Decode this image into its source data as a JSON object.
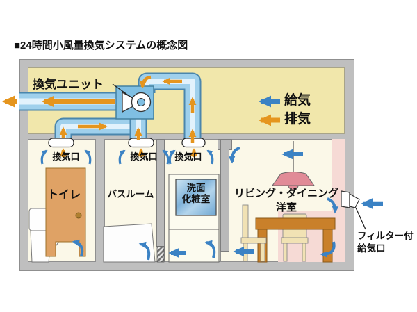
{
  "title": "■24時間小風量換気システムの概念図",
  "diagram": {
    "unit_label": "換気ユニット",
    "legend": {
      "supply": "給気",
      "exhaust": "排気"
    },
    "vent_label": "換気口",
    "rooms": {
      "toilet": "トイレ",
      "bathroom": "バスルーム",
      "washroom": [
        "洗面",
        "化粧室"
      ],
      "living": [
        "リビング・ダイニング",
        "洋室"
      ]
    },
    "filter_vent_label": [
      "フィルター付",
      "給気口"
    ],
    "icons": {
      "fan_unit": "fan-volute-with-circle",
      "supply_arrow": "blue-left-arrow",
      "exhaust_arrow": "orange-left-arrow"
    },
    "colors": {
      "supply_blue": "#3b82c4",
      "exhaust_orange": "#e5951e",
      "attic_yellow": "#f1e7ab",
      "room_cream": "#fbf8e8",
      "living_pink": "#f6dad5",
      "wall_gray": "#bfbfbf",
      "duct_blue": "#9fd0ec",
      "door_brown": "#dfa265",
      "table_brown": "#c9802a",
      "lamp_pink": "#e18b97"
    }
  }
}
